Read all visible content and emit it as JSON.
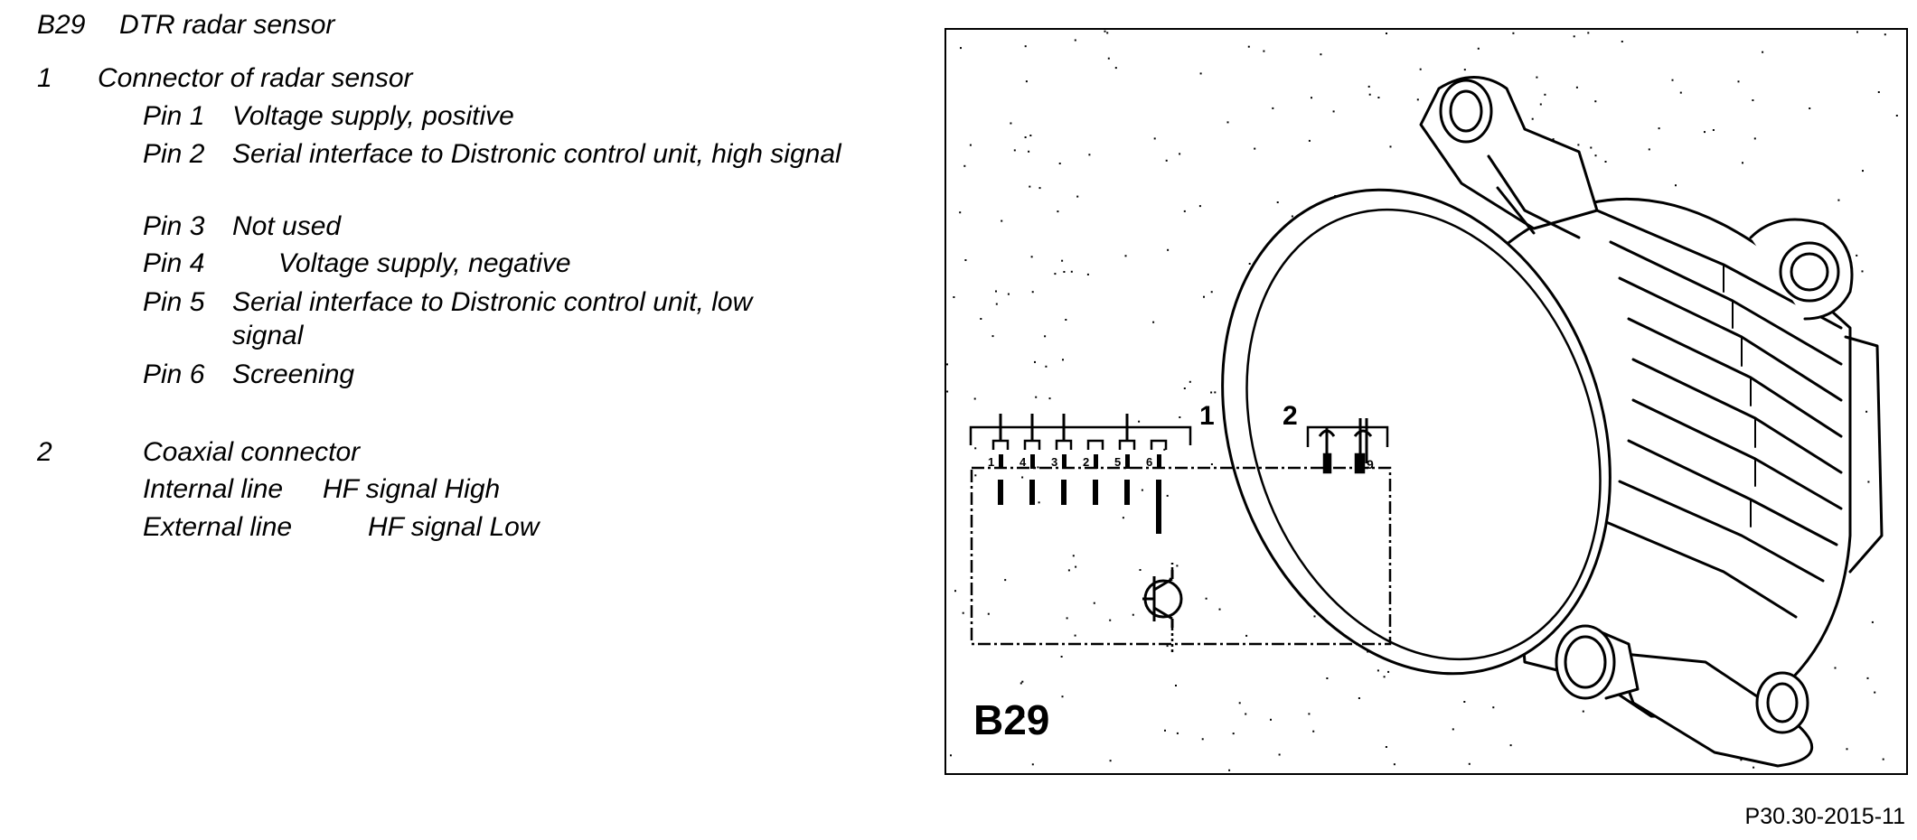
{
  "header": {
    "code": "B29",
    "title": "DTR radar sensor"
  },
  "items": [
    {
      "number": "1",
      "title": "Connector of radar sensor",
      "pins": [
        {
          "label": "Pin 1",
          "desc": "Voltage supply, positive"
        },
        {
          "label": "Pin 2",
          "desc": "Serial interface to Distronic control unit, high signal"
        },
        {
          "label": "Pin 3",
          "desc": "Not used"
        },
        {
          "label": "Pin  4",
          "desc": "Voltage supply, negative"
        },
        {
          "label": "Pin 5",
          "desc": "Serial interface to Distronic control unit, low signal"
        },
        {
          "label": "Pin 6",
          "desc": "Screening"
        }
      ]
    },
    {
      "number": "2",
      "title": "Coaxial connector",
      "lines": [
        {
          "label": "Internal line",
          "desc": "HF signal High"
        },
        {
          "label": "External line",
          "desc": "HF signal Low"
        }
      ]
    }
  ],
  "figure": {
    "component_label": "B29",
    "connector1_label": "1",
    "connector2_label": "2",
    "pin_numbers": [
      "1",
      "4",
      "3",
      "2",
      "5",
      "6"
    ],
    "coax_pin_label": "9"
  },
  "footer": {
    "code": "P30.30-2015-11"
  }
}
